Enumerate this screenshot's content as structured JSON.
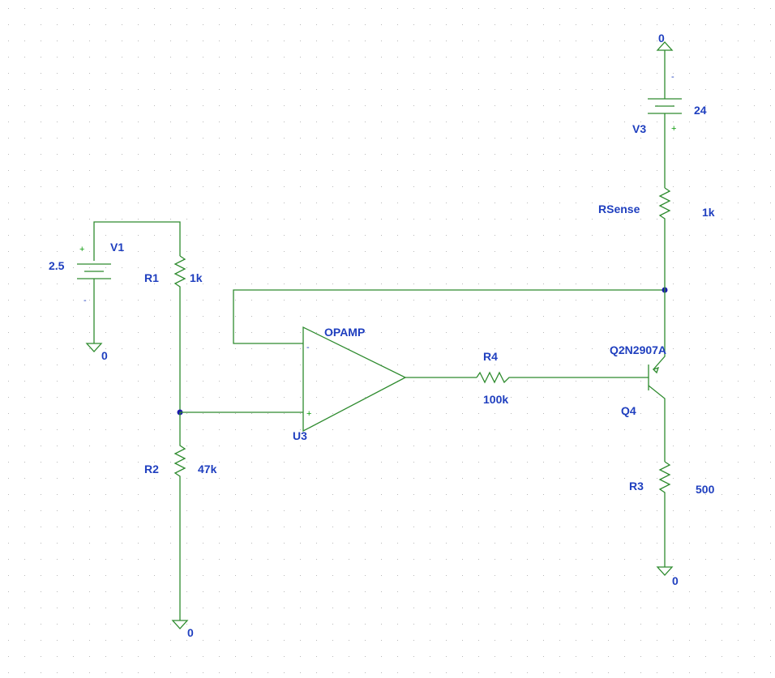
{
  "components": {
    "V1": {
      "name": "V1",
      "value": "2.5",
      "plus": "+",
      "minus": "-"
    },
    "V3": {
      "name": "V3",
      "value": "24",
      "plus": "+",
      "minus": "-"
    },
    "R1": {
      "name": "R1",
      "value": "1k"
    },
    "R2": {
      "name": "R2",
      "value": "47k"
    },
    "R3": {
      "name": "R3",
      "value": "500"
    },
    "R4": {
      "name": "R4",
      "value": "100k"
    },
    "RSense": {
      "name": "RSense",
      "value": "1k"
    },
    "U3": {
      "name": "U3",
      "model": "OPAMP",
      "inv": "-",
      "noninv": "+"
    },
    "Q4": {
      "name": "Q4",
      "model": "Q2N2907A"
    }
  },
  "grounds": {
    "gnd_v1": "0",
    "gnd_r2": "0",
    "gnd_r3": "0",
    "gnd_v3": "0"
  },
  "colors": {
    "wire": "#2e8b2e",
    "label": "#1f3fbf",
    "junction": "#1a1aaa",
    "grid": "#b9b9b9"
  }
}
